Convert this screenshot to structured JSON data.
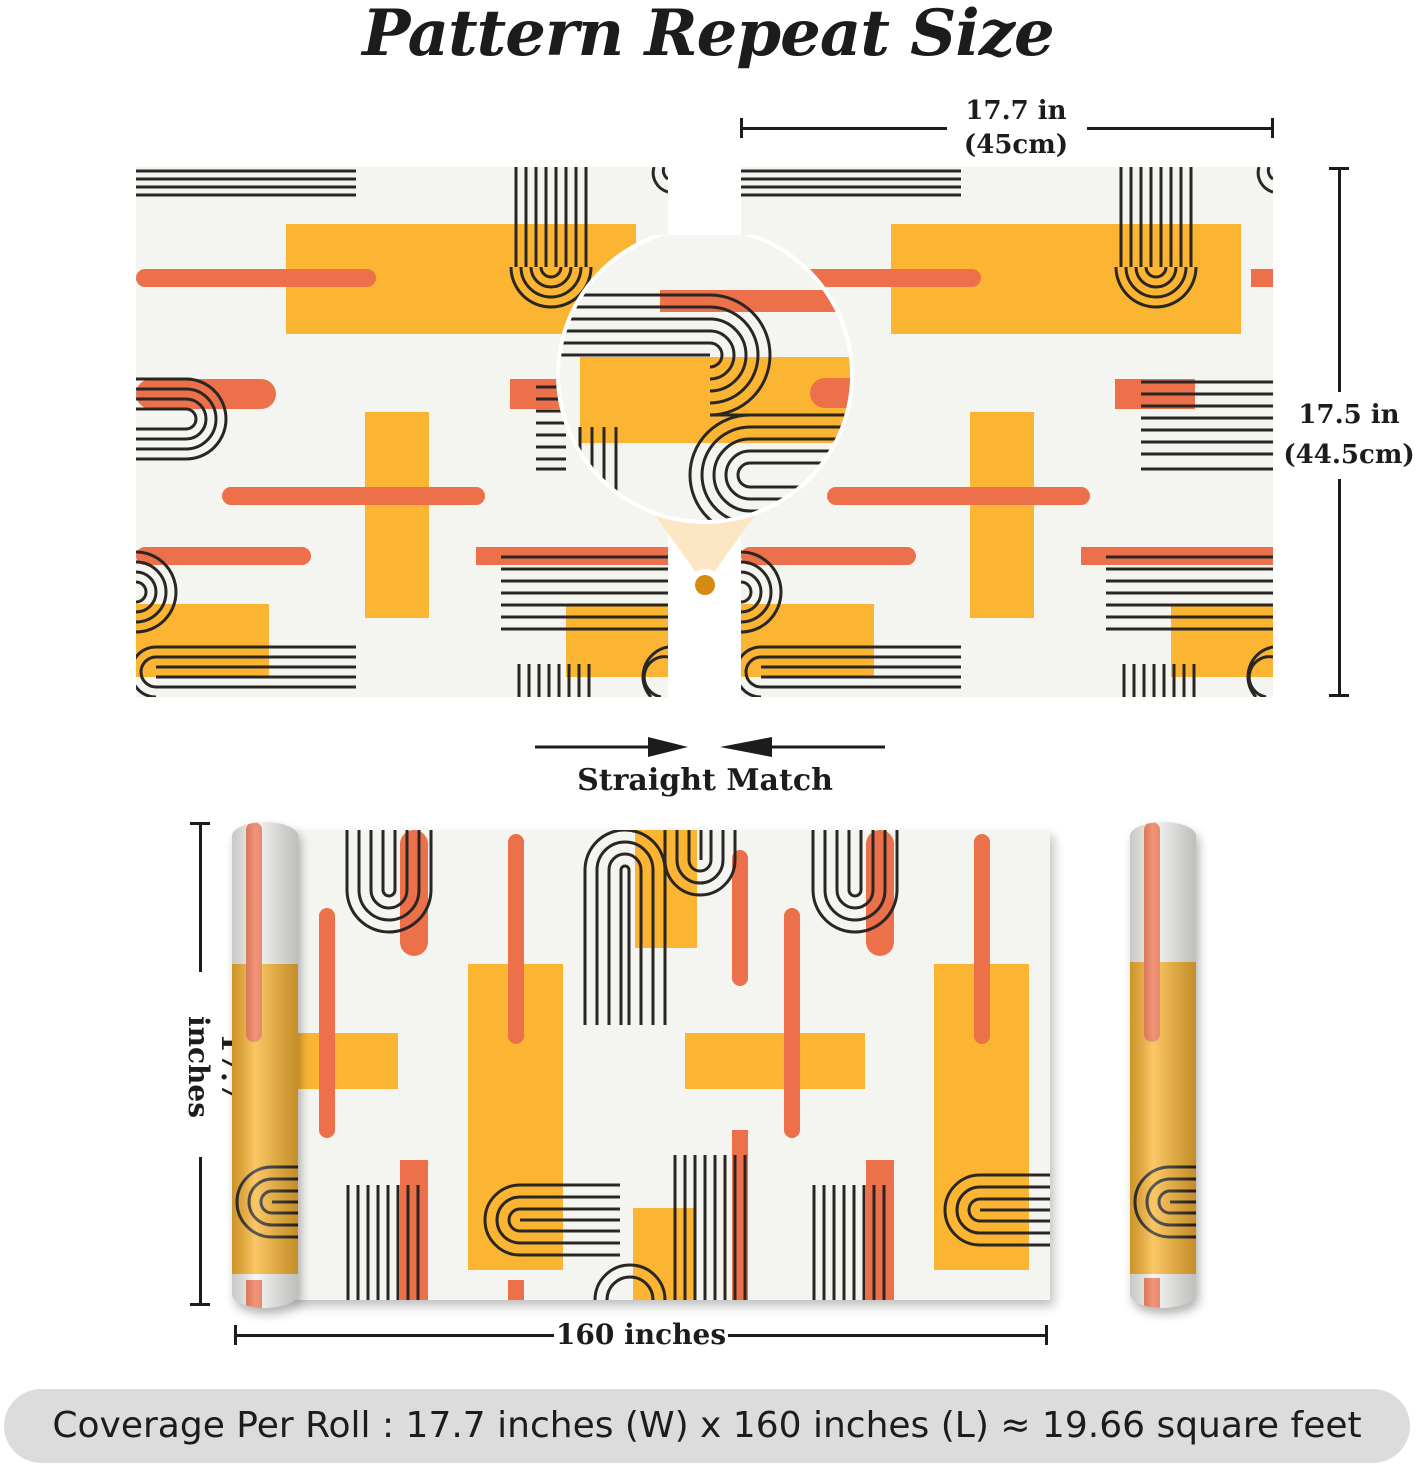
{
  "title": "Pattern Repeat Size",
  "repeat": {
    "width_label": "17.7 in",
    "width_metric": "(45cm)",
    "height_label": "17.5 in",
    "height_metric": "(44.5cm)",
    "match_label": "Straight Match"
  },
  "roll": {
    "height_label": "17.7 inches",
    "length_label": "160 inches"
  },
  "footer": {
    "coverage_text": "Coverage Per Roll : 17.7 inches (W) x 160 inches (L) ≈ 19.66 square feet"
  },
  "colors": {
    "background": "#f4f5f1",
    "yellow": "#fbb533",
    "orange": "#ec704a",
    "line": "#2a2624",
    "footer": "#dcdcdc"
  }
}
